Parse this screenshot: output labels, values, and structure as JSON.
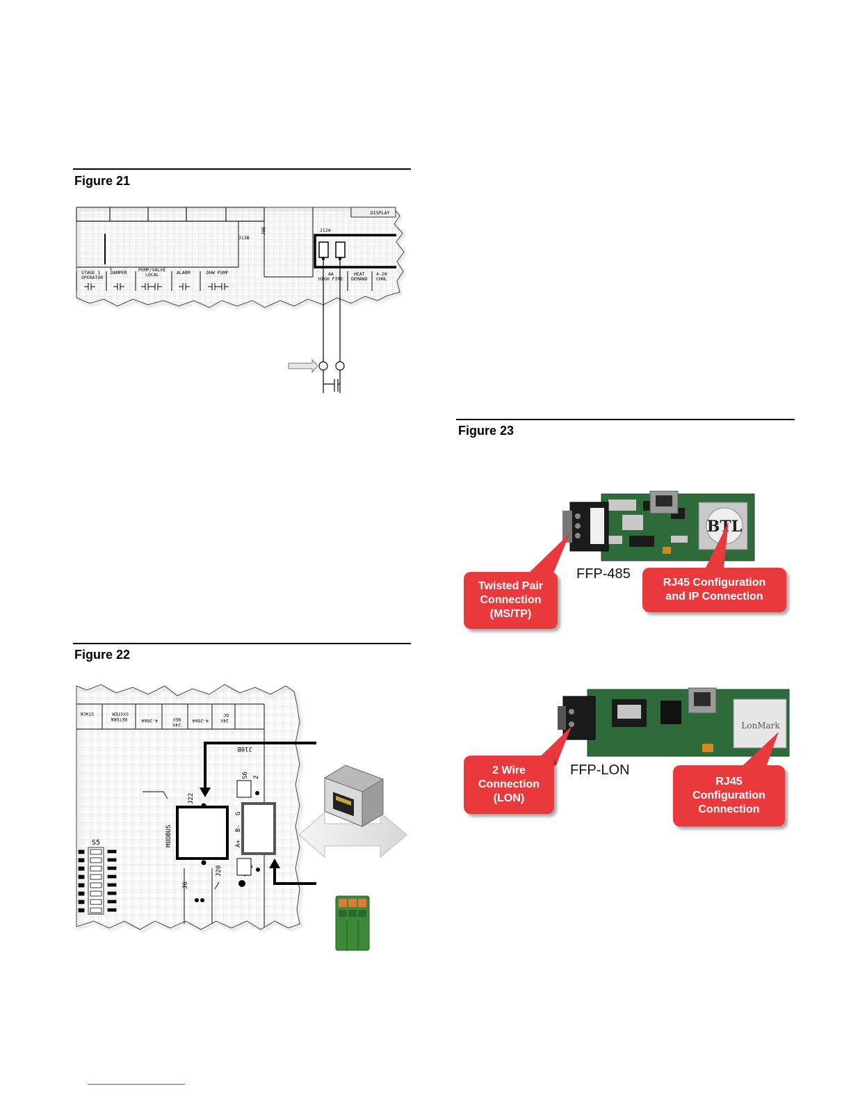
{
  "figures": {
    "fig21": {
      "title": "Figure 21",
      "header_labels": [
        "DISPLAY"
      ],
      "connector_labels": [
        "J13B",
        "J12A",
        "J9B"
      ],
      "terminal_labels": [
        "STAGE 1",
        "DAMPER",
        "PUMP/VALVE",
        "ALARM",
        "DHW PUMP",
        "AA",
        "HEAT",
        "4-20"
      ],
      "terminal_sublabels": [
        "OPERATOR",
        "LOCAL",
        "HIGH FIRE",
        "DEMAND",
        "CHNL"
      ],
      "pin_number": "1"
    },
    "fig22": {
      "title": "Figure 22",
      "rotated_labels": [
        "STACK",
        "SYSTEM",
        "RETURN",
        "4-20mA",
        "24V",
        "REF",
        "4-20mA",
        "24V",
        "DC"
      ],
      "connector_labels": [
        "J10B",
        "J22",
        "MODBUS",
        "S6",
        "S5",
        "S4",
        "J20",
        "J6"
      ],
      "pin_labels": [
        "A+",
        "B-",
        "G",
        "2",
        "2"
      ]
    },
    "fig23": {
      "title": "Figure 23",
      "boards": [
        {
          "name": "FFP-485",
          "chip_text": "BTL",
          "callouts": [
            "Twisted Pair\nConnection\n(MS/TP)",
            "RJ45 Configuration\nand IP Connection"
          ]
        },
        {
          "name": "FFP-LON",
          "chip_text": "LonMark",
          "callouts": [
            "2 Wire\nConnection\n(LON)",
            "RJ45\nConfiguration\nConnection"
          ]
        }
      ]
    }
  },
  "colors": {
    "callout_red": "#e8393d",
    "pcb_green": "#2f6b3a",
    "terminal_green": "#3c8a3a",
    "grid": "#dcdcdc"
  }
}
